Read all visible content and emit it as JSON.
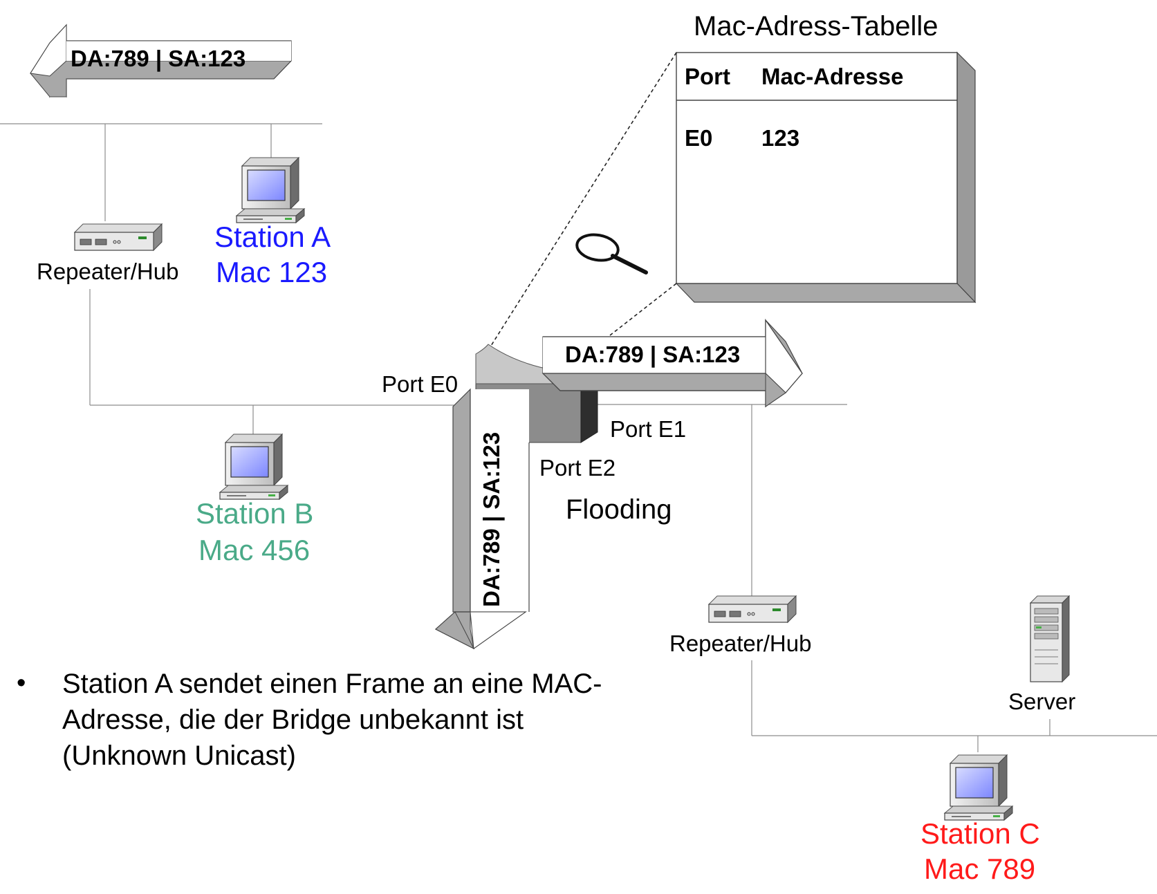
{
  "colors": {
    "station_a": "#1a1aff",
    "station_b": "#4aaa88",
    "station_c": "#ff1a1a",
    "arrow_fill": "#a8a8a8",
    "arrow_dark": "#8a8a8a",
    "bridge_top": "#c8c8c8",
    "bridge_front": "#8c8c8c",
    "bridge_side": "#2e2e2e",
    "line": "#888888",
    "text": "#000000"
  },
  "frame_label": "DA:789 | SA:123",
  "table": {
    "title": "Mac-Adress-Tabelle",
    "col_port": "Port",
    "col_mac": "Mac-Adresse",
    "rows": [
      {
        "port": "E0",
        "mac": "123"
      }
    ]
  },
  "devices": {
    "hub_top": "Repeater/Hub",
    "hub_bottom": "Repeater/Hub",
    "server": "Server"
  },
  "stations": {
    "a": {
      "name": "Station A",
      "mac": "Mac 123"
    },
    "b": {
      "name": "Station B",
      "mac": "Mac 456"
    },
    "c": {
      "name": "Station C",
      "mac": "Mac 789"
    }
  },
  "ports": {
    "e0": "Port E0",
    "e1": "Port E1",
    "e2": "Port E2"
  },
  "flooding": "Flooding",
  "bullet": {
    "marker": "•",
    "lines": [
      "Station A sendet einen Frame an eine MAC-",
      "Adresse, die der Bridge unbekannt ist",
      "(Unknown Unicast)"
    ]
  }
}
